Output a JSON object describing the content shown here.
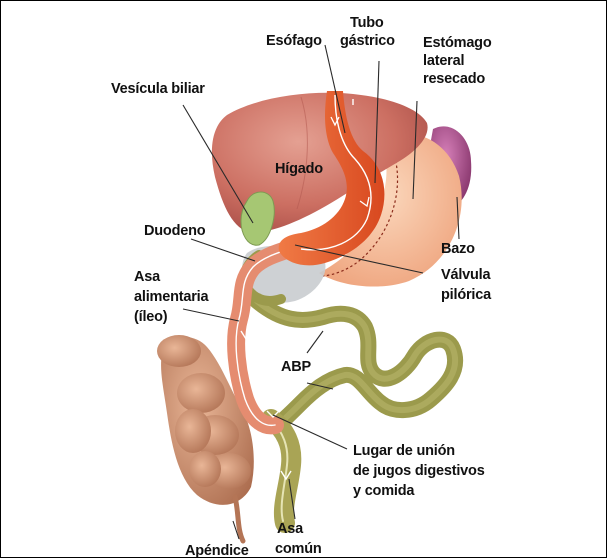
{
  "labels": {
    "tubo_gastrico": [
      "Tubo",
      "gástrico"
    ],
    "esofago": "Esófago",
    "estomago": [
      "Estómago",
      "lateral",
      "resecado"
    ],
    "vesicula": "Vesícula biliar",
    "higado": "Hígado",
    "duodeno": "Duodeno",
    "bazo": "Bazo",
    "asa_alimentaria": [
      "Asa",
      "alimentaria",
      "(íleo)"
    ],
    "valvula": [
      "Válvula",
      "pilórica"
    ],
    "abp": "ABP",
    "lugar_union": [
      "Lugar de unión",
      "de jugos digestivos",
      "y comida"
    ],
    "asa_comun": [
      "Asa",
      "común"
    ],
    "apendice": "Apéndice"
  },
  "colors": {
    "liver": "#c96a5e",
    "stomach_tube": "#e2572a",
    "remnant_stomach": "#f2b48c",
    "spleen": "#9c3c78",
    "gallbladder": "#9ac069",
    "bypass_limb": "#9a9a4e",
    "alimentary_limb": "#e58a6c",
    "colon": "#c98b68"
  }
}
